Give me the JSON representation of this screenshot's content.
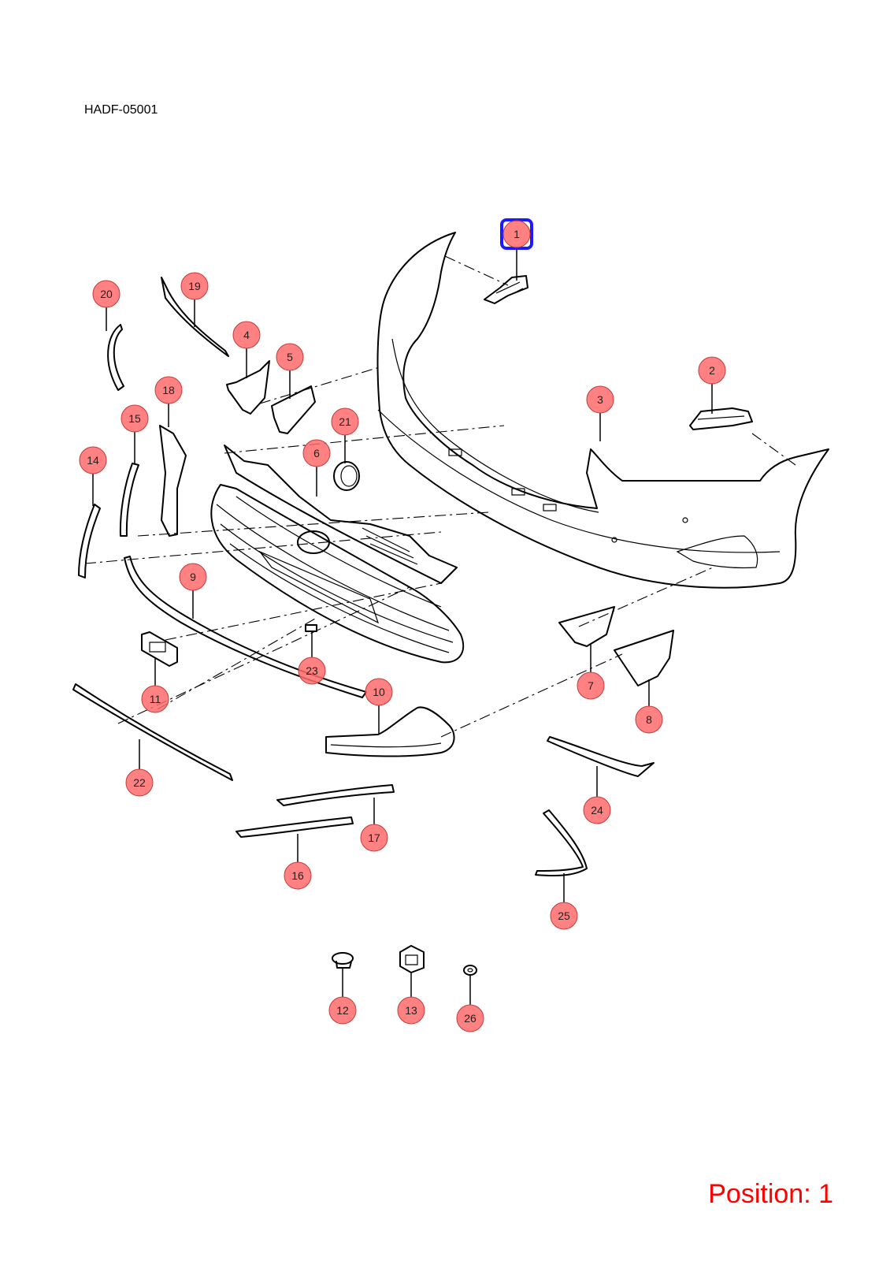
{
  "diagram_code": "HADF-05001",
  "position_label": "Position: 1",
  "colors": {
    "callout_fill": "#ff6b6b",
    "selected_outline": "#1a1aff",
    "position_text": "#ff0000"
  },
  "selected_callout": "1",
  "callouts": [
    {
      "id": "c1",
      "label": "1"
    },
    {
      "id": "c2",
      "label": "2"
    },
    {
      "id": "c3",
      "label": "3"
    },
    {
      "id": "c4",
      "label": "4"
    },
    {
      "id": "c5",
      "label": "5"
    },
    {
      "id": "c6",
      "label": "6"
    },
    {
      "id": "c7",
      "label": "7"
    },
    {
      "id": "c8",
      "label": "8"
    },
    {
      "id": "c9",
      "label": "9"
    },
    {
      "id": "c10",
      "label": "10"
    },
    {
      "id": "c11",
      "label": "11"
    },
    {
      "id": "c12",
      "label": "12"
    },
    {
      "id": "c13",
      "label": "13"
    },
    {
      "id": "c14",
      "label": "14"
    },
    {
      "id": "c15",
      "label": "15"
    },
    {
      "id": "c16",
      "label": "16"
    },
    {
      "id": "c17",
      "label": "17"
    },
    {
      "id": "c18",
      "label": "18"
    },
    {
      "id": "c19",
      "label": "19"
    },
    {
      "id": "c20",
      "label": "20"
    },
    {
      "id": "c21",
      "label": "21"
    },
    {
      "id": "c22",
      "label": "22"
    },
    {
      "id": "c23",
      "label": "23"
    },
    {
      "id": "c24",
      "label": "24"
    },
    {
      "id": "c25",
      "label": "25"
    },
    {
      "id": "c26",
      "label": "26"
    }
  ]
}
